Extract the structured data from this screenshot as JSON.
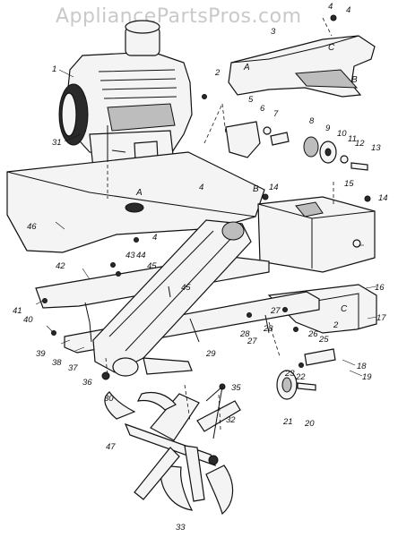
{
  "watermark": "AppliancePartsPros.com",
  "callouts": [
    {
      "label": "1"
    },
    {
      "label": "2"
    },
    {
      "label": "3"
    },
    {
      "label": "4"
    },
    {
      "label": "5"
    },
    {
      "label": "6"
    },
    {
      "label": "7"
    },
    {
      "label": "8"
    },
    {
      "label": "9"
    },
    {
      "label": "10"
    },
    {
      "label": "11"
    },
    {
      "label": "12"
    },
    {
      "label": "13"
    },
    {
      "label": "14"
    },
    {
      "label": "14"
    },
    {
      "label": "15"
    },
    {
      "label": "16"
    },
    {
      "label": "17"
    },
    {
      "label": "18"
    },
    {
      "label": "19"
    },
    {
      "label": "20"
    },
    {
      "label": "21"
    },
    {
      "label": "22"
    },
    {
      "label": "23"
    },
    {
      "label": "25"
    },
    {
      "label": "26"
    },
    {
      "label": "27"
    },
    {
      "label": "27"
    },
    {
      "label": "28"
    },
    {
      "label": "28"
    },
    {
      "label": "29"
    },
    {
      "label": "30"
    },
    {
      "label": "31"
    },
    {
      "label": "32"
    },
    {
      "label": "33"
    },
    {
      "label": "35"
    },
    {
      "label": "36"
    },
    {
      "label": "37"
    },
    {
      "label": "38"
    },
    {
      "label": "39"
    },
    {
      "label": "40"
    },
    {
      "label": "41"
    },
    {
      "label": "42"
    },
    {
      "label": "43"
    },
    {
      "label": "44"
    },
    {
      "label": "45"
    },
    {
      "label": "45"
    },
    {
      "label": "46"
    },
    {
      "label": "47"
    },
    {
      "label": "4"
    },
    {
      "label": "4"
    },
    {
      "label": "4"
    },
    {
      "label": "2"
    }
  ],
  "letters": [
    {
      "label": "A"
    },
    {
      "label": "C"
    },
    {
      "label": "B"
    },
    {
      "label": "A"
    },
    {
      "label": "B"
    },
    {
      "label": "C"
    }
  ]
}
